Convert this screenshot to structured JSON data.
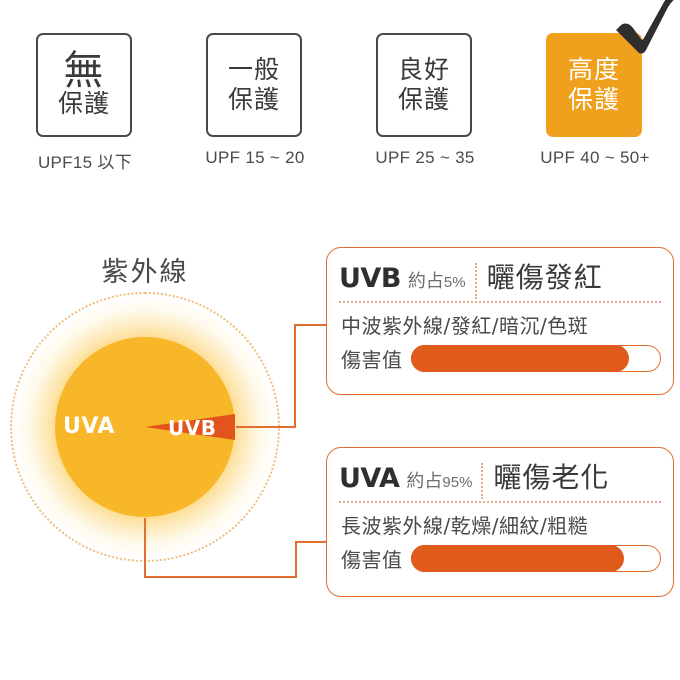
{
  "upf_scale": {
    "cards": [
      {
        "id": "none",
        "line1": "無",
        "line2": "保護",
        "caption": "UPF15 以下",
        "highlight": false,
        "big_first_line": true
      },
      {
        "id": "general",
        "line1": "一般",
        "line2": "保護",
        "caption": "UPF 15 ~ 20",
        "highlight": false,
        "big_first_line": false
      },
      {
        "id": "good",
        "line1": "良好",
        "line2": "保護",
        "caption": "UPF 25 ~ 35",
        "highlight": false,
        "big_first_line": false
      },
      {
        "id": "high",
        "line1": "高度",
        "line2": "保護",
        "caption": "UPF 40 ~ 50+",
        "highlight": true,
        "big_first_line": false
      }
    ],
    "check_icon": "check-mark-icon",
    "highlight_color": "#efa01c",
    "card_border_color": "#4a4a4a",
    "check_color": "#2e2e2e"
  },
  "sun_diagram": {
    "title": "紫外線",
    "sun_color": "#f7b728",
    "glow_color": "#fbe2a4",
    "ring_color": "#e9a84f",
    "wedge_color": "#e2541b",
    "labels": {
      "uva": "UVA",
      "uvb": "UVB"
    }
  },
  "chart_data": {
    "type": "pie",
    "title": "紫外線",
    "categories": [
      "UVA",
      "UVB"
    ],
    "values": [
      95,
      5
    ],
    "unit": "%",
    "colors": [
      "#f7b728",
      "#e2541b"
    ],
    "legend": "inside-slices"
  },
  "panels": [
    {
      "id": "uvb",
      "band": "UVB",
      "share_prefix": "約占",
      "share_value": "5%",
      "effect": "曬傷發紅",
      "description": "中波紫外線/發紅/暗沉/色斑",
      "meter_label": "傷害值",
      "meter_percent": 88
    },
    {
      "id": "uva",
      "band": "UVA",
      "share_prefix": "約占",
      "share_value": "95%",
      "effect": "曬傷老化",
      "description": "長波紫外線/乾燥/細紋/粗糙",
      "meter_label": "傷害值",
      "meter_percent": 86
    }
  ],
  "theme": {
    "panel_border": "#e1702f",
    "meter_fill": "#e05a1b",
    "dotted_divider": "#e6a98e",
    "connector_line": "#e1702f",
    "text_dark": "#3a3a3a",
    "text_muted": "#6d6d6d"
  }
}
